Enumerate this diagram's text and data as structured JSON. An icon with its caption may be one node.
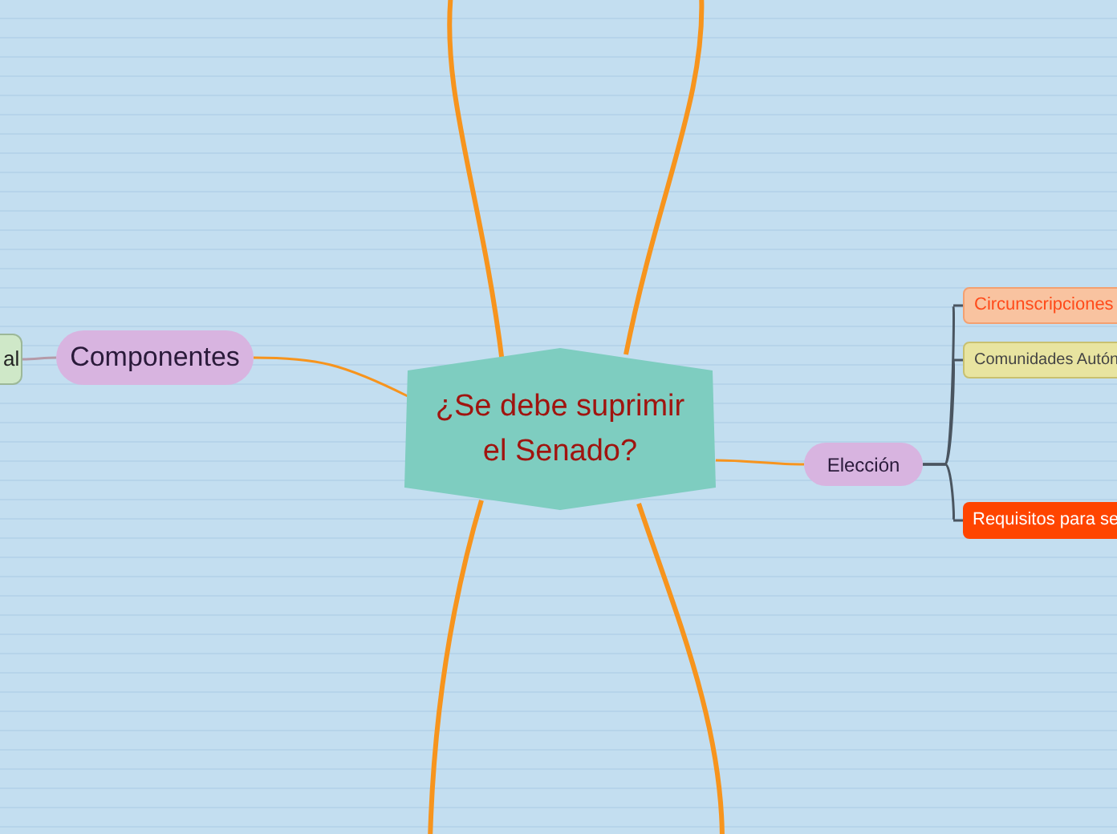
{
  "diagram": {
    "nodes": [
      {
        "text": [
          "¿Se debe suprimir el Senado?"
        ]
      },
      {
        "text": [
          "Componentes"
        ]
      },
      {
        "text": [
          "al"
        ]
      },
      {
        "text": [
          "Elección"
        ]
      },
      {
        "text": [
          "Circunscripciones"
        ]
      },
      {
        "text": [
          "Comunidades Autón"
        ]
      },
      {
        "text": [
          "Requisitos para se"
        ]
      }
    ],
    "edges": [
      {
        "from": 0,
        "to": null,
        "arrow": "none",
        "style": "thick"
      },
      {
        "from": 0,
        "to": null,
        "arrow": "none",
        "style": "thick"
      },
      {
        "from": 0,
        "to": 1,
        "arrow": "none"
      },
      {
        "from": 1,
        "to": 2,
        "arrow": "none",
        "color": "#b59aa8"
      },
      {
        "from": 0,
        "to": 3,
        "arrow": "none"
      },
      {
        "from": 0,
        "to": null,
        "arrow": "none",
        "style": "thick"
      },
      {
        "from": 0,
        "to": null,
        "arrow": "none",
        "style": "thick"
      },
      {
        "from": 3,
        "to": 4,
        "arrow": "none",
        "color": "#4a5560"
      },
      {
        "from": 3,
        "to": 5,
        "arrow": "none",
        "color": "#4a5560"
      },
      {
        "from": 3,
        "to": 6,
        "arrow": "none",
        "color": "#4a5560"
      }
    ]
  }
}
